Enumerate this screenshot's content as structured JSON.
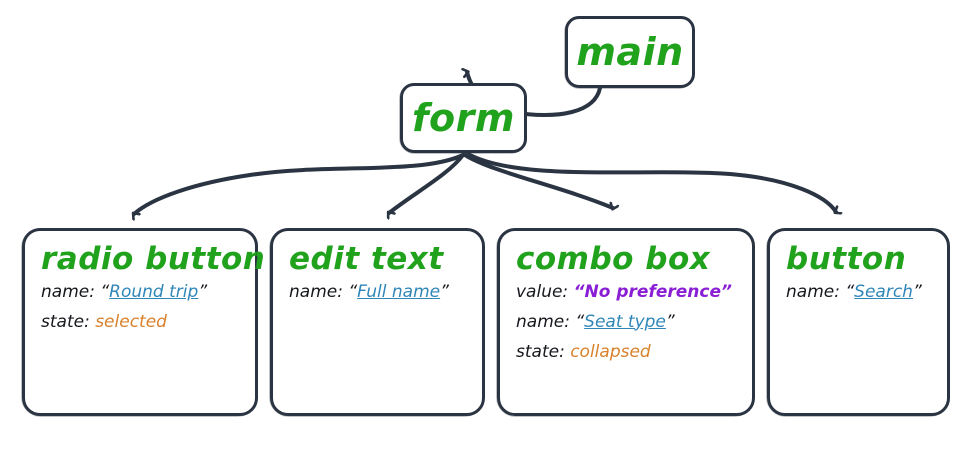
{
  "diagram": {
    "title": "accessibility-tree-form-nodes",
    "colors": {
      "node_border": "#2b3442",
      "node_title": "#21a21d",
      "property_key": "#16181d",
      "link_value": "#2f86b8",
      "accent_value": "#8a1ed4",
      "state_value": "#d9812c",
      "background": "#ffffff"
    },
    "nodes": {
      "main": {
        "label": "main"
      },
      "form": {
        "label": "form"
      },
      "radio_button": {
        "label": "radio button",
        "properties": [
          {
            "key": "name:",
            "value": "Round trip",
            "style": "link",
            "quoted": true
          },
          {
            "key": "state:",
            "value": "selected",
            "style": "state",
            "quoted": false
          }
        ]
      },
      "edit_text": {
        "label": "edit text",
        "properties": [
          {
            "key": "name:",
            "value": "Full name",
            "style": "link",
            "quoted": true
          }
        ]
      },
      "combo_box": {
        "label": "combo box",
        "properties": [
          {
            "key": "value:",
            "value": "No preference",
            "style": "accent",
            "quoted": true
          },
          {
            "key": "name:",
            "value": "Seat type",
            "style": "link",
            "quoted": true
          },
          {
            "key": "state:",
            "value": "collapsed",
            "style": "state",
            "quoted": false
          }
        ]
      },
      "button": {
        "label": "button",
        "properties": [
          {
            "key": "name:",
            "value": "Search",
            "style": "link",
            "quoted": true
          }
        ]
      }
    },
    "edges": [
      {
        "from": "main",
        "to": "form"
      },
      {
        "from": "form",
        "to": "radio button"
      },
      {
        "from": "form",
        "to": "edit text"
      },
      {
        "from": "form",
        "to": "combo box"
      },
      {
        "from": "form",
        "to": "button"
      }
    ],
    "quotes": {
      "open": "“",
      "close": "”"
    }
  }
}
